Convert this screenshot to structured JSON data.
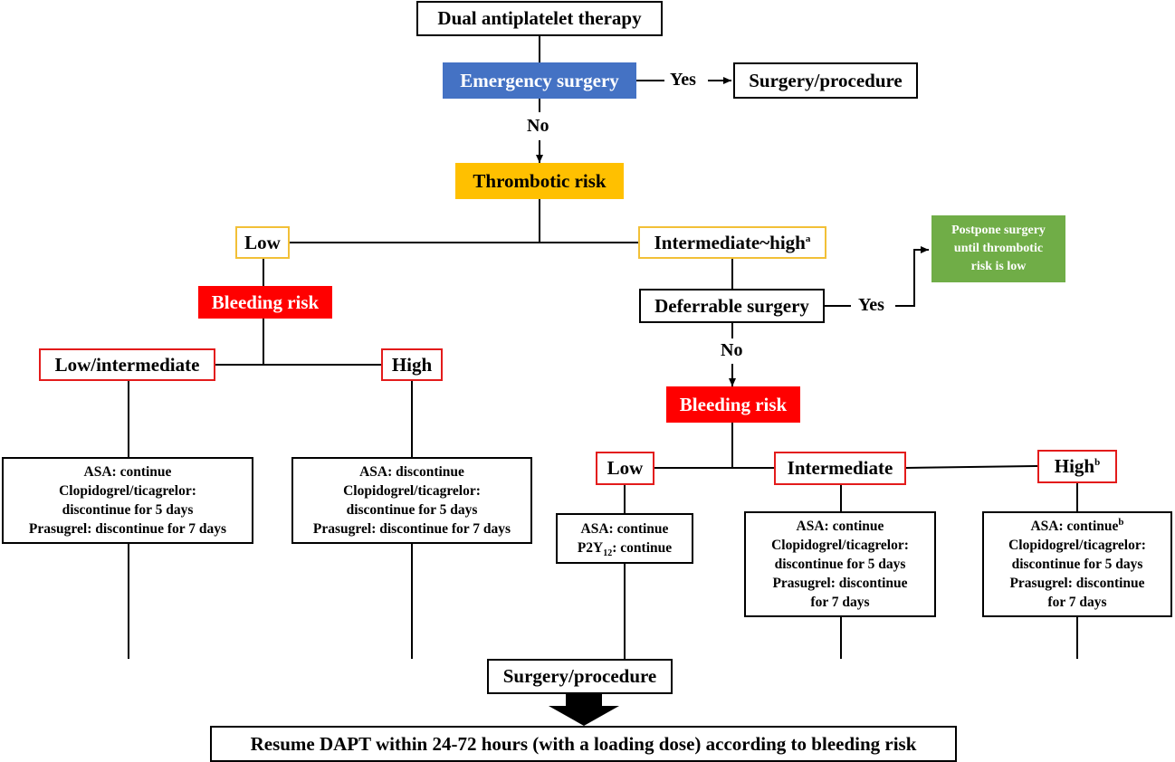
{
  "nodes": {
    "dapt": "Dual antiplatelet therapy",
    "emergency": "Emergency surgery",
    "surgery_top": "Surgery/procedure",
    "thrombotic": "Thrombotic risk",
    "low": "Low",
    "intermediate_high": "Intermediate~high",
    "intermediate_high_sup": "a",
    "postpone": [
      "Postpone surgery",
      "until thrombotic",
      "risk is low"
    ],
    "bleeding_left": "Bleeding risk",
    "deferrable": "Deferrable surgery",
    "low_intermediate": "Low/intermediate",
    "high_left": "High",
    "bleeding_right": "Bleeding risk",
    "low_right": "Low",
    "intermediate_right": "Intermediate",
    "high_right": "High",
    "high_right_sup": "b",
    "surgery_bottom": "Surgery/procedure",
    "resume": "Resume DAPT within 24-72 hours (with a loading dose) according to bleeding risk"
  },
  "labels": {
    "yes_top": "Yes",
    "no_top": "No",
    "yes_right": "Yes",
    "no_right": "No"
  },
  "boxes": {
    "left_low_intermediate": [
      "ASA: continue",
      "Clopidogrel/ticagrelor:",
      "discontinue for 5 days",
      "Prasugrel: discontinue for 7 days"
    ],
    "left_high": [
      "ASA: discontinue",
      "Clopidogrel/ticagrelor:",
      "discontinue for 5 days",
      "Prasugrel: discontinue for 7 days"
    ],
    "right_low": {
      "line1": "ASA: continue",
      "line2_prefix": "P2Y",
      "line2_sub": "12",
      "line2_suffix": ": continue"
    },
    "right_intermediate": [
      "ASA: continue",
      "Clopidogrel/ticagrelor:",
      "discontinue for 5 days",
      "Prasugrel: discontinue",
      "for 7 days"
    ],
    "right_high": {
      "line1": "ASA: continue",
      "line1_sup": "b",
      "rest": [
        "Clopidogrel/ticagrelor:",
        "discontinue for 5 days",
        "Prasugrel: discontinue",
        "for 7 days"
      ]
    }
  },
  "colors": {
    "emergency": "#4472c4",
    "thrombotic": "#ffc000",
    "bleeding": "#ff0000",
    "postpone": "#70ad47",
    "risk_border_red": "#e31b1b",
    "risk_border_yellow": "#f2c037"
  }
}
